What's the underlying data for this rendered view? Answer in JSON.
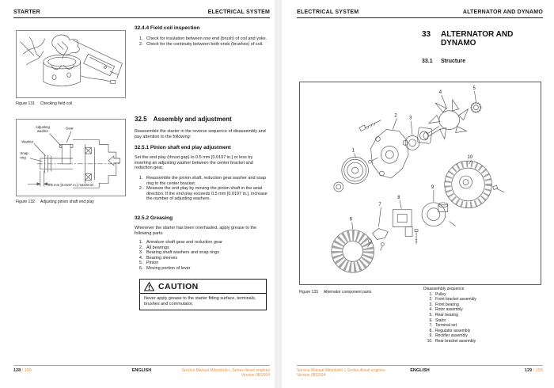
{
  "colors": {
    "accent_orange": "#e2954f",
    "header_rule": "#2a2a2a",
    "footer_rule": "#aaaaaa"
  },
  "left_page": {
    "header_left": "STARTER",
    "header_right": "ELECTRICAL SYSTEM",
    "fig131": {
      "label": "Figure 131",
      "caption": "Checking field coil"
    },
    "fig132": {
      "label": "Figure 132",
      "caption": "Adjusting pinion shaft end play",
      "ann_adjusting_1": "Adjusting",
      "ann_adjusting_2": "washer",
      "ann_gear": "Gear",
      "ann_washer": "Washer",
      "ann_snap_1": "Snap",
      "ann_snap_2": "ring",
      "ann_dimension": "0.5 mm [0.0197 in.] maximum"
    },
    "s3244": {
      "number": "32.4.4",
      "title": "Field coil inspection",
      "items": [
        "Check for insulation between one end (brush) of coil and yoke.",
        "Check for the continuity between both ends (brushes) of coil."
      ]
    },
    "s325": {
      "number": "32.5",
      "title": "Assembly and adjustment",
      "body": "Reassemble the starter in the reverse sequence of disassembly and pay attention to the following:"
    },
    "s3251": {
      "number": "32.5.1",
      "title": "Pinion shaft end play adjustment",
      "body": "Set the end play (thrust gap) to 0.5 mm [0.0197 in.] or less by inserting an adjusting washer between the center bracket and reduction gear.",
      "items": [
        "Reassemble the pinion shaft, reduction gear washer and snap ring to the center bracket.",
        "Measure the end play by moving the pinion shaft in the axial direction. If the end play exceeds 0.5 mm [0.0197 in.], increase the number of adjusting washers."
      ]
    },
    "s3252": {
      "number": "32.5.2",
      "title": "Greasing",
      "body": "Whenever the starter has been overhauled, apply grease to the following parts:",
      "items": [
        "Armature shaft gear and reduction gear",
        "All bearings",
        "Bearing shaft washers and snap rings",
        "Bearing sleeves",
        "Pinion",
        "Moving portion of lever"
      ]
    },
    "caution": {
      "title": "CAUTION",
      "body": "Never apply grease to the starter fitting surface, terminals, brushes and commutator."
    },
    "footer": {
      "page": "128",
      "sep_total": "/ 155",
      "language": "ENGLISH",
      "source_line1": "Service Manual Mitsubishi L-Series diesel engines",
      "source_line2": "Version 08/2004"
    }
  },
  "right_page": {
    "header_left": "ELECTRICAL SYSTEM",
    "header_right": "ALTERNATOR AND DYNAMO",
    "chapter": {
      "number": "33",
      "line1": "ALTERNATOR AND",
      "line2": "DYNAMO"
    },
    "section": {
      "number": "33.1",
      "title": "Structure"
    },
    "fig133": {
      "label": "Figure 133",
      "caption": "Alternator component parts"
    },
    "parts": [
      "1",
      "2",
      "3",
      "4",
      "5",
      "6",
      "7",
      "8",
      "9",
      "10"
    ],
    "disassembly": {
      "title": "Disassembly sequence",
      "items": [
        "Pulley",
        "Front bracket assembly",
        "Front bearing",
        "Rotor assembly",
        "Rear bearing",
        "Stator",
        "Terminal set",
        "Regulator assembly",
        "Rectifier assembly",
        "Rear bracket assembly"
      ]
    },
    "footer": {
      "page": "129",
      "sep_total": "/ 155",
      "language": "ENGLISH",
      "source_line1": "Service Manual Mitsubishi L-Series diesel engines",
      "source_line2": "Version 08/2004"
    }
  }
}
